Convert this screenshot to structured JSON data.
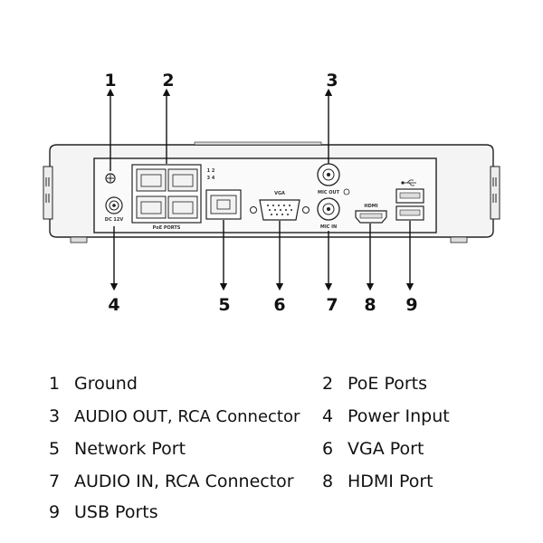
{
  "callouts": [
    "1",
    "2",
    "3",
    "4",
    "5",
    "6",
    "7",
    "8",
    "9"
  ],
  "panel_labels": {
    "poe_ports": "PoE PORTS",
    "vga": "VGA",
    "mic_out": "MIC OUT",
    "mic_in": "MIC IN",
    "hdmi": "HDMI",
    "dc_in": "DC 12V",
    "port_numbers": [
      "1 2",
      "3 4"
    ]
  },
  "legend": [
    {
      "num": "1",
      "label": "Ground"
    },
    {
      "num": "2",
      "label": "PoE Ports"
    },
    {
      "num": "3",
      "label": "AUDIO OUT, RCA Connector"
    },
    {
      "num": "4",
      "label": "Power Input"
    },
    {
      "num": "5",
      "label": "Network Port"
    },
    {
      "num": "6",
      "label": "VGA Port"
    },
    {
      "num": "7",
      "label": "AUDIO IN, RCA Connector"
    },
    {
      "num": "8",
      "label": "HDMI Port"
    },
    {
      "num": "9",
      "label": "USB Ports"
    }
  ]
}
